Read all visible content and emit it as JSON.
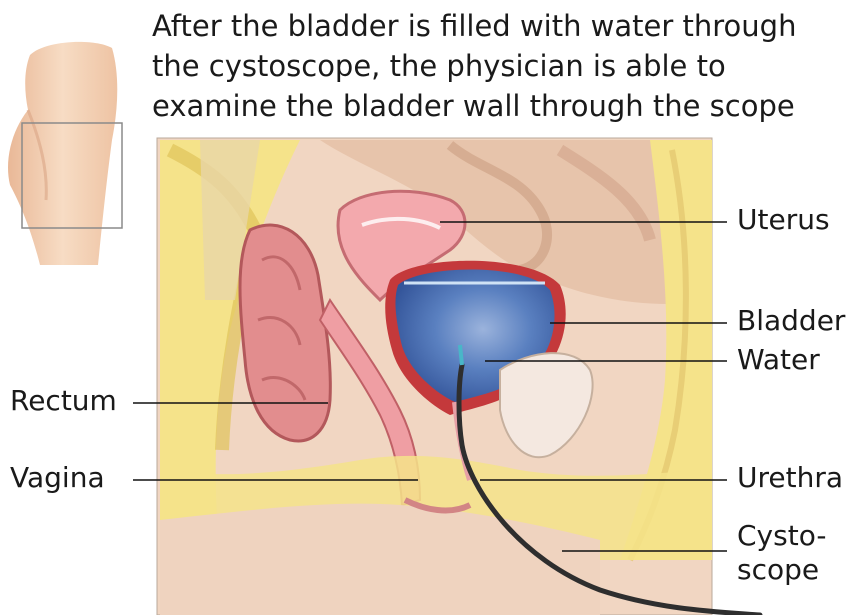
{
  "caption": {
    "line1": "After the bladder is filled with water through",
    "line2": "the cystoscope, the physician is able to",
    "line3": "examine the bladder wall through the scope"
  },
  "labels": {
    "uterus": "Uterus",
    "bladder": "Bladder",
    "water": "Water",
    "rectum": "Rectum",
    "vagina": "Vagina",
    "urethra": "Urethra",
    "cystoscope_line1": "Cysto-",
    "cystoscope_line2": "scope"
  },
  "colors": {
    "skin": "#f2d1b3",
    "fat": "#f4e27a",
    "tissue_pink": "#e89a9c",
    "water_blue": "#3f6fb3",
    "bladder_wall": "#c4393b",
    "scope": "#333333",
    "leader": "#111111"
  }
}
